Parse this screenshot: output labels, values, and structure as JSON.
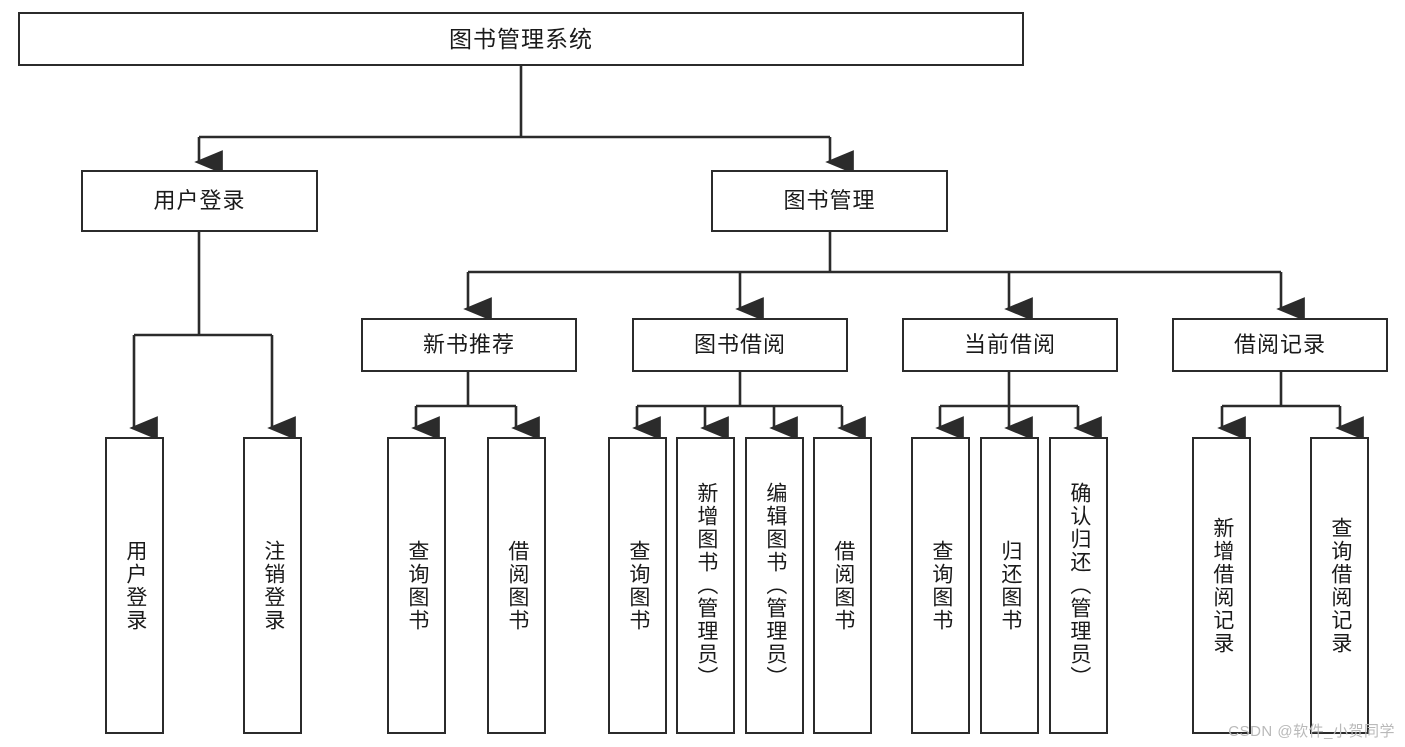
{
  "diagram": {
    "title": "图书管理系统",
    "type": "hierarchy-tree",
    "watermark": "CSDN @软件_小贺同学",
    "colors": {
      "box_border": "#2b2b2b",
      "box_fill": "#ffffff",
      "connector": "#2b2b2b",
      "text": "#1a1a1a",
      "watermark": "#b9b9b9",
      "background": "#ffffff"
    },
    "nodes": {
      "root": {
        "label": "图书管理系统"
      },
      "level2": [
        {
          "label": "用户登录"
        },
        {
          "label": "图书管理"
        }
      ],
      "level3": [
        {
          "label": "新书推荐"
        },
        {
          "label": "图书借阅"
        },
        {
          "label": "当前借阅"
        },
        {
          "label": "借阅记录"
        }
      ],
      "leaves": {
        "user_login": [
          {
            "label": "用户登录"
          },
          {
            "label": "注销登录"
          }
        ],
        "new_book": [
          {
            "label": "查询图书"
          },
          {
            "label": "借阅图书"
          }
        ],
        "book_borrow": [
          {
            "label": "查询图书"
          },
          {
            "label": "新增图书（管理员）"
          },
          {
            "label": "编辑图书（管理员）"
          },
          {
            "label": "借阅图书"
          }
        ],
        "current_borrow": [
          {
            "label": "查询图书"
          },
          {
            "label": "归还图书"
          },
          {
            "label": "确认归还（管理员）"
          }
        ],
        "borrow_record": [
          {
            "label": "新增借阅记录"
          },
          {
            "label": "查询借阅记录"
          }
        ]
      }
    }
  }
}
